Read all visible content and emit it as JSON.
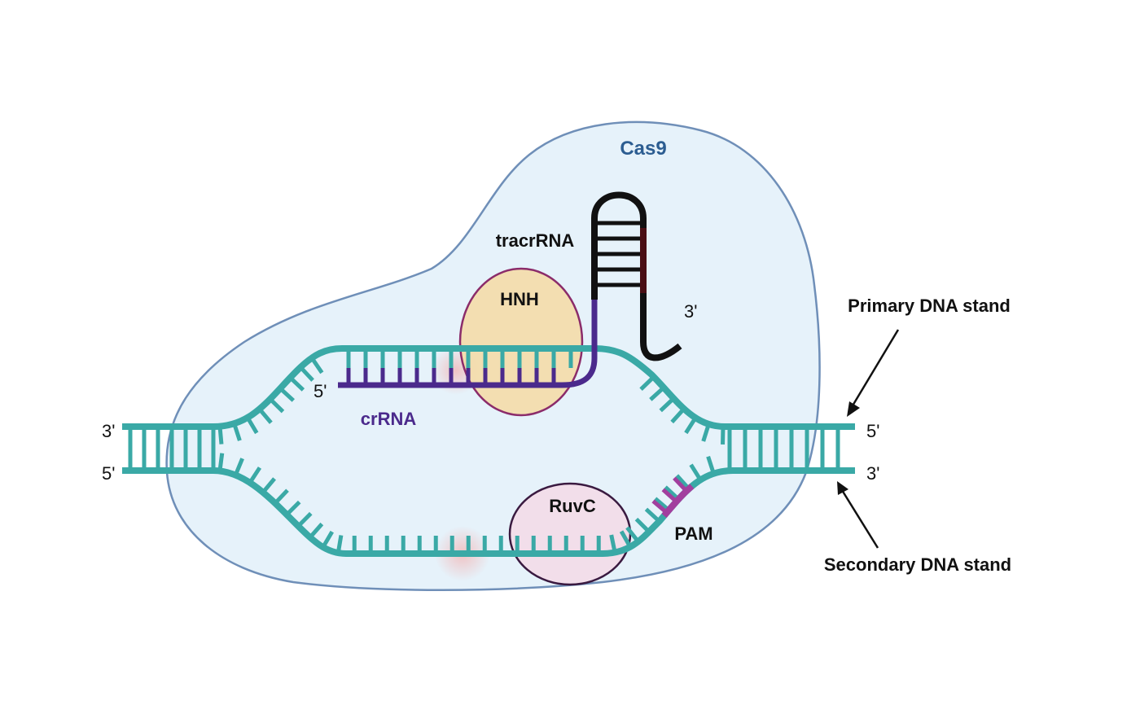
{
  "diagram": {
    "title": "Cas9",
    "labels": {
      "cas9": "Cas9",
      "tracrrna": "tracrRNA",
      "hnh": "HNH",
      "ruvc": "RuvC",
      "crrna": "crRNA",
      "pam": "PAM",
      "primary_strand": "Primary DNA stand",
      "secondary_strand": "Secondary DNA stand"
    },
    "ends": {
      "left_top": "3'",
      "left_bottom": "5'",
      "right_top": "5'",
      "right_bottom": "3'",
      "crrna_5": "5'",
      "tracrrna_3": "3'"
    },
    "colors": {
      "dna": "#3aa9a6",
      "crrna": "#4b2a8c",
      "tracrrna": "#111111",
      "tracrrna_pair": "#4a0f14",
      "pam": "#a23f9e",
      "cas9_fill": "#e6f2fa",
      "cas9_stroke": "#6f8fb8",
      "cas9_text": "#2c5d91",
      "hnh_fill": "#f4dba9",
      "hnh_stroke": "#8b2c6a",
      "ruvc_fill": "#f3dbe8",
      "ruvc_stroke": "#3a1a40",
      "text": "#111111"
    }
  }
}
